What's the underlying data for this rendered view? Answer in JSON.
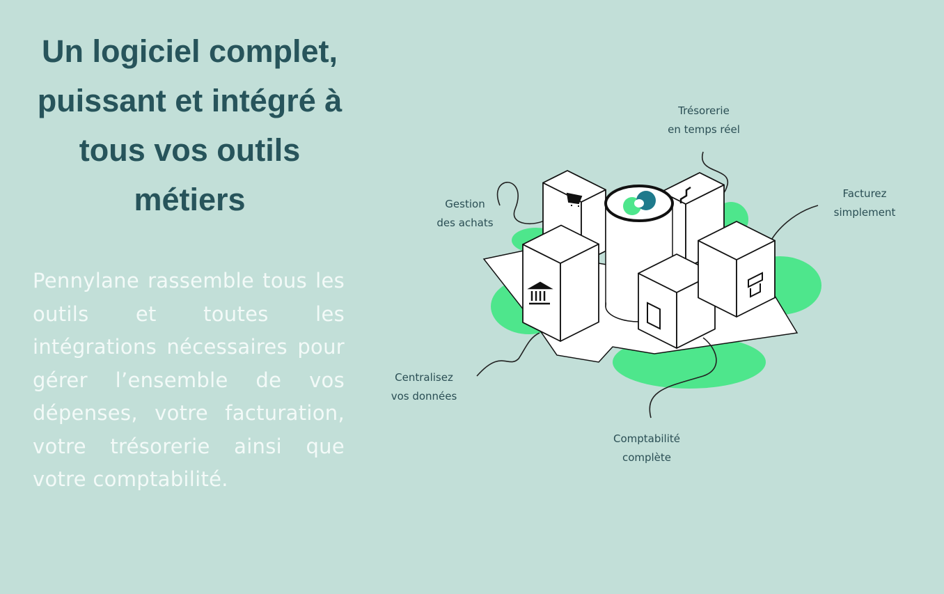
{
  "heading": "Un logiciel complet, puissant et intégré à tous vos outils métiers",
  "description": "Pennylane rassemble tous les outils et toutes les intégrations nécessaires pour gérer l’ensemble de vos dépenses, votre facturation, votre trésorerie ainsi que votre comptabilité.",
  "illustration": {
    "labels": {
      "tresorerie": [
        "Trésorerie",
        "en temps réel"
      ],
      "achats": [
        "Gestion",
        "des achats"
      ],
      "facturation": [
        "Facturez",
        "simplement"
      ],
      "donnees": [
        "Centralisez",
        "vos données"
      ],
      "comptabilite": [
        "Comptabilité",
        "complète"
      ]
    },
    "colors": {
      "accent_green": "#4ee68c",
      "logo_teal": "#1f7a8c",
      "heading": "#27545b"
    }
  }
}
